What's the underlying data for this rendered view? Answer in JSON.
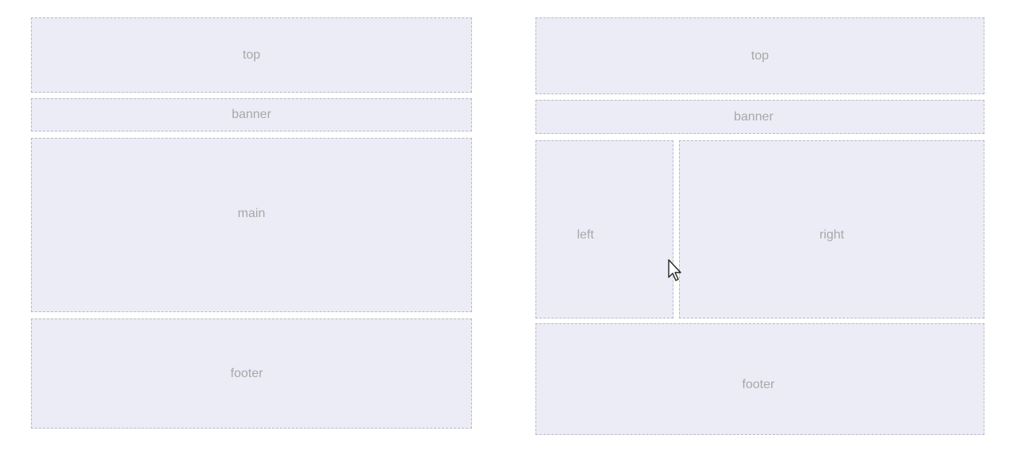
{
  "left_layout": {
    "top": "top",
    "banner": "banner",
    "main": "main",
    "footer": "footer"
  },
  "right_layout": {
    "top": "top",
    "banner": "banner",
    "left": "left",
    "right": "right",
    "footer": "footer"
  },
  "colors": {
    "box_fill": "#ececf6",
    "box_border": "#b9b9c6",
    "label": "#a8a8a8"
  },
  "icons": {
    "cursor": "mouse-pointer-icon"
  }
}
